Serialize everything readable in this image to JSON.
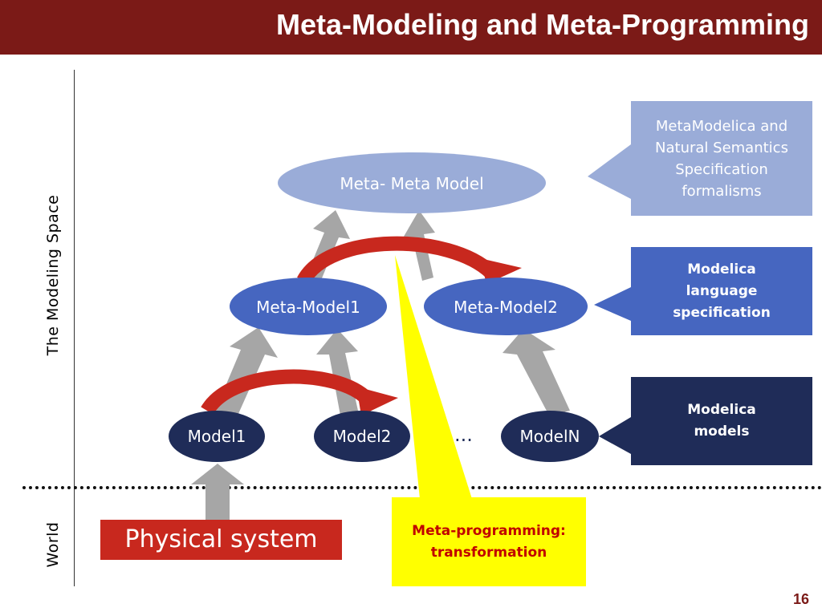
{
  "title": "Meta-Modeling and Meta-Programming",
  "side_labels": {
    "modeling_space": "The Modeling Space",
    "world": "World"
  },
  "nodes": {
    "meta_meta_model": "Meta- Meta Model",
    "meta_model1": "Meta-Model1",
    "meta_model2": "Meta-Model2",
    "model1": "Model1",
    "model2": "Model2",
    "model_n": "ModelN",
    "ellipsis": "..."
  },
  "callouts": {
    "metamodelica": [
      "MetaModelica and",
      "Natural Semantics",
      "Specification",
      "formalisms"
    ],
    "language_spec": [
      "Modelica",
      "language",
      "specification"
    ],
    "models": [
      "Modelica",
      "models"
    ]
  },
  "physical_system": "Physical system",
  "meta_programming": [
    "Meta-programming:",
    "transformation"
  ],
  "page_number": "16",
  "colors": {
    "title_bar": "#7b1a17",
    "light_blue": "#9aacd8",
    "mid_blue": "#4666c0",
    "dark_navy": "#1f2c58",
    "red": "#c8281e",
    "yellow": "#ffff00",
    "gray_arrow": "#a6a6a6"
  }
}
